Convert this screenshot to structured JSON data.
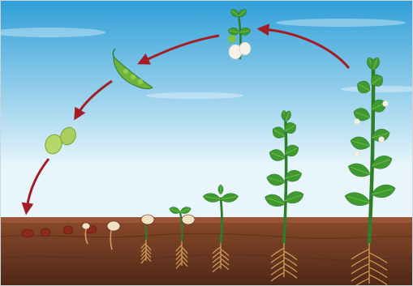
{
  "diagram": {
    "stages": [
      {
        "id": "seed-stage"
      },
      {
        "id": "germinating-seed-stage"
      },
      {
        "id": "sprout-stage"
      },
      {
        "id": "seedling-stage"
      },
      {
        "id": "young-plant-stage"
      },
      {
        "id": "growing-plant-stage"
      },
      {
        "id": "mature-plant-stage"
      },
      {
        "id": "flowering-stage"
      },
      {
        "id": "pod-stage"
      },
      {
        "id": "bean-seed-stage"
      }
    ],
    "colors": {
      "sky_top": "#2f9fd8",
      "sky_bottom": "#e8f6fb",
      "soil_top": "#8b4a2b",
      "soil_mid": "#6d3a22",
      "soil_deep": "#4e2816",
      "leaf": "#3f9a32",
      "leaf_light": "#7cc243",
      "stem": "#2e7d2a",
      "arrow": "#a31d24",
      "seed": "#8c2a1f",
      "root": "#d9a15a",
      "flower": "#f4f1e8"
    },
    "icons": [
      "seed-icon",
      "sprout-icon",
      "plant-icon",
      "flower-icon",
      "pod-icon",
      "arrow-icon"
    ]
  }
}
